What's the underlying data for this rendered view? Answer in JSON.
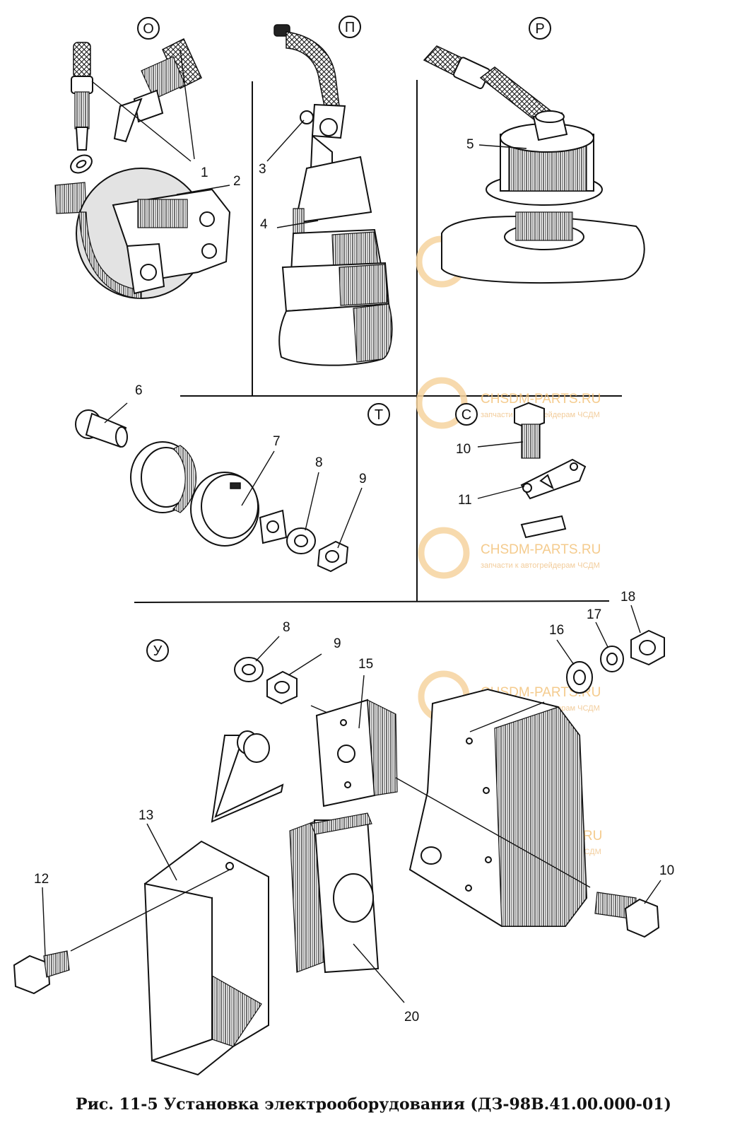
{
  "sections": [
    "О",
    "П",
    "Р",
    "Т",
    "С",
    "У"
  ],
  "parts": {
    "p1": "1",
    "p2": "2",
    "p3": "3",
    "p4": "4",
    "p5": "5",
    "p6": "6",
    "p7": "7",
    "p8a": "8",
    "p9a": "9",
    "p10a": "10",
    "p11": "11",
    "p8b": "8",
    "p9b": "9",
    "p15": "15",
    "p16": "16",
    "p17": "17",
    "p18": "18",
    "p13": "13",
    "p12": "12",
    "p10b": "10",
    "p20": "20"
  },
  "watermark": {
    "brand": "CHSDM-PARTS.RU",
    "tagline": "запчасти к автогрейдерам ЧСДМ",
    "color": "#f3c27a"
  },
  "caption": "Рис. 11-5 Установка электрооборудования (ДЗ-98В.41.00.000-01)"
}
